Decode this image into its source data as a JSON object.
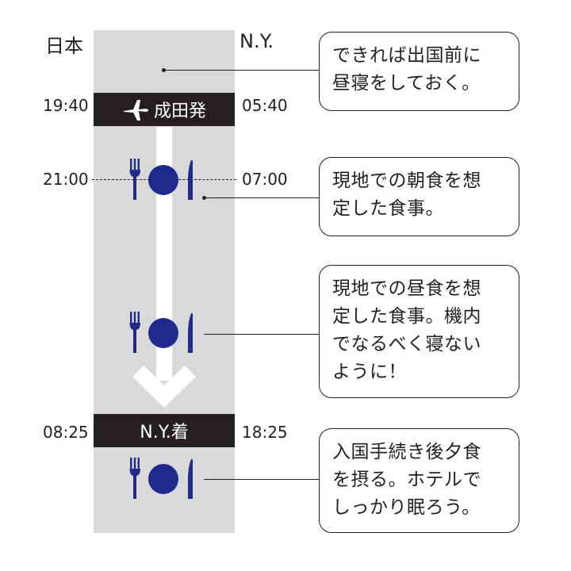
{
  "columns": {
    "japan": "日本",
    "ny": "N.Y."
  },
  "departure": {
    "label": "成田発",
    "time_japan": "19:40",
    "time_ny": "05:40",
    "icon": "airplane-icon"
  },
  "arrival": {
    "label": "N.Y.着",
    "time_japan": "08:25",
    "time_ny": "18:25"
  },
  "first_meal": {
    "time_japan": "21:00",
    "time_ny": "07:00"
  },
  "notes": [
    "できれば出国前に\n昼寝をしておく。",
    "現地での朝食を想\n定した食事。",
    "現地での昼食を想\n定した食事。機内\nでなるべく寝ない\nように！",
    "入国手続き後夕食\nを摂る。ホテルで\nしっかり眠ろう。"
  ],
  "colors": {
    "timeline_bg": "#d9d9d9",
    "band": "#231f20",
    "plate": "#1f2a8c",
    "arrow": "#ffffff"
  }
}
